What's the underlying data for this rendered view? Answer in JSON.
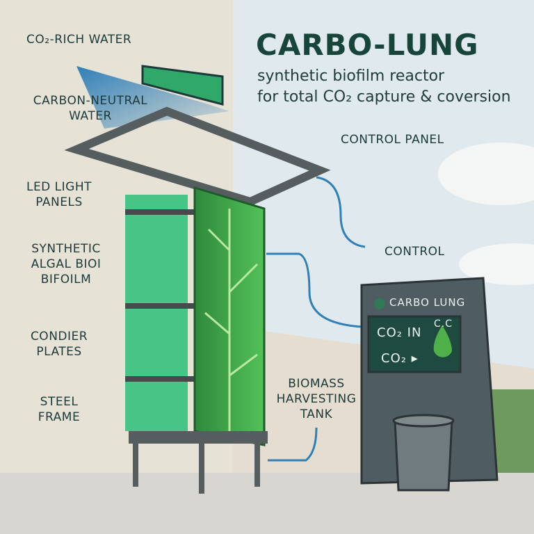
{
  "title": "CARBO-LUNG",
  "subtitle": [
    "synthetic biofilm reactor",
    "for total CO₂ capture & coversion"
  ],
  "labels": {
    "co2_rich": "CO₂-RICH WATER",
    "carbon_neutral": [
      "CARBON-NEUTRAL",
      "WATER"
    ],
    "control_panel": "CONTROL PANEL",
    "led": [
      "LED LIGHT",
      "PANELS"
    ],
    "biofilm": [
      "SYNTHETIC",
      "ALGAL BIOI",
      "BIFOILM"
    ],
    "plates": [
      "CONDIER",
      "PLATES"
    ],
    "frame": [
      "STEEL",
      "FRAME"
    ],
    "control": "CONTROL",
    "biomass": [
      "BIOMASS",
      "HARVESTING",
      "TANK"
    ]
  },
  "kiosk": {
    "brand": "CARBO LUNG",
    "line1": "CO₂ IN",
    "line2": "CO₂ ▸",
    "badge": "C.C"
  },
  "colors": {
    "accent": "#17453a",
    "arrow": "#2f7fb8",
    "algae": "#3aa84a"
  }
}
